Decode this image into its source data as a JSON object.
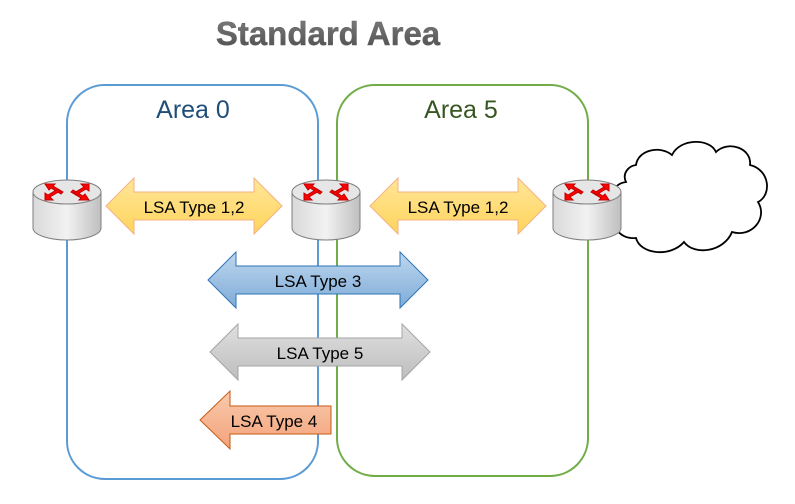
{
  "title": "Standard Area",
  "areas": [
    {
      "label": "Area 0",
      "color": "#1f4e79",
      "border": "#5b9bd5"
    },
    {
      "label": "Area 5",
      "color": "#375623",
      "border": "#70ad47"
    }
  ],
  "arrows": [
    {
      "label": "LSA Type 1,2",
      "fill": "#ffd966",
      "stroke": "#f4b183"
    },
    {
      "label": "LSA Type 1,2",
      "fill": "#ffd966",
      "stroke": "#f4b183"
    },
    {
      "label": "LSA Type 3",
      "fill": "#9dc3e6",
      "stroke": "#2e75b6"
    },
    {
      "label": "LSA Type 5",
      "fill": "#c9c9c9",
      "stroke": "#a5a5a5"
    },
    {
      "label": "LSA Type 4",
      "fill": "#f4b183",
      "stroke": "#c55a11"
    }
  ],
  "icons": {
    "router": "router-icon",
    "cloud": "cloud-icon"
  }
}
